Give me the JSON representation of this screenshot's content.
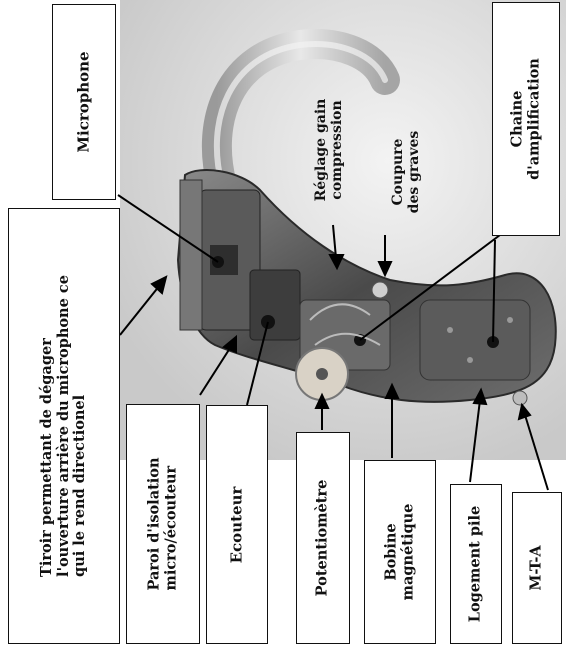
{
  "labels": {
    "tiroir": [
      "Tiroir permettant de dégager",
      "l'ouverture arrière du microphone ce",
      "qui le rend directionel"
    ],
    "microphone": [
      "Microphone"
    ],
    "reglage": [
      "Réglage gain",
      "compression"
    ],
    "coupure": [
      "Coupure",
      "des graves"
    ],
    "chaine": [
      "Chaine",
      "d'amplification"
    ],
    "paroi": [
      "Paroi d'isolation",
      "micro/écouteur"
    ],
    "ecouteur": [
      "Ecouteur"
    ],
    "potentiometre": [
      "Potentiomètre"
    ],
    "bobine": [
      "Bobine",
      "magnétique"
    ],
    "logement": [
      "Logement pile"
    ],
    "mta": [
      "M-T-A"
    ]
  }
}
